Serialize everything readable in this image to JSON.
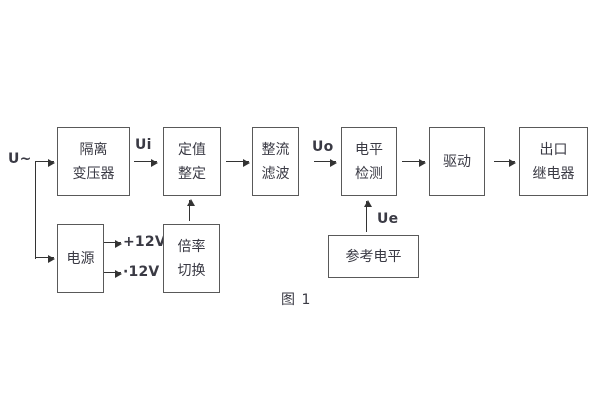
{
  "figure": {
    "caption": "图 1",
    "colors": {
      "background": "#ffffff",
      "box_border": "#595959",
      "line": "#333333",
      "text": "#3a3a44"
    },
    "input_label": "U~",
    "signal_labels": {
      "ui": "Ui",
      "uo": "Uo",
      "ue": "Ue"
    },
    "power_outputs": {
      "positive": "+12V",
      "negative": "·12V"
    },
    "blocks": {
      "isolation_transformer": {
        "lines": [
          "隔离",
          "变压器"
        ]
      },
      "setting": {
        "lines": [
          "定值",
          "整定"
        ]
      },
      "rectifier_filter": {
        "lines": [
          "整流",
          "滤波"
        ]
      },
      "level_detection": {
        "lines": [
          "电平",
          "检测"
        ]
      },
      "drive": {
        "lines": [
          "驱动"
        ]
      },
      "output_relay": {
        "lines": [
          "出口",
          "继电器"
        ]
      },
      "power_supply": {
        "lines": [
          "电源"
        ]
      },
      "ratio_switch": {
        "lines": [
          "倍率",
          "切换"
        ]
      },
      "reference_level": {
        "lines": [
          "参考电平"
        ]
      }
    }
  }
}
